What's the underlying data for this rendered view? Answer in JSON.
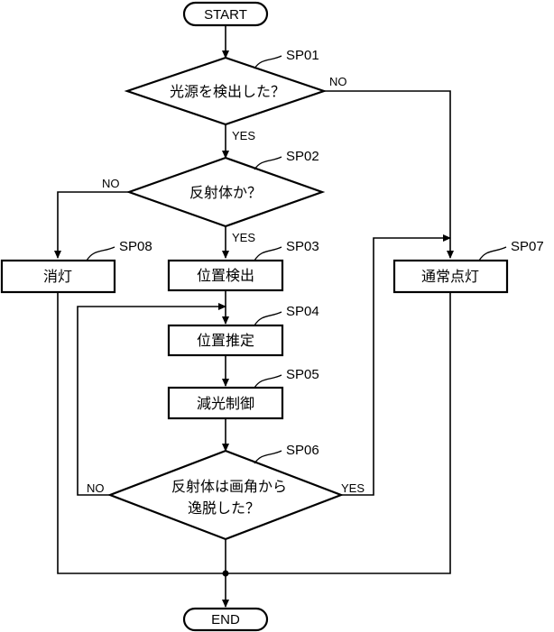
{
  "terminals": {
    "start": "START",
    "end": "END"
  },
  "steps": {
    "sp01": {
      "id": "SP01",
      "text": "光源を検出した？"
    },
    "sp02": {
      "id": "SP02",
      "text": "反射体か？"
    },
    "sp03": {
      "id": "SP03",
      "text": "位置検出"
    },
    "sp04": {
      "id": "SP04",
      "text": "位置推定"
    },
    "sp05": {
      "id": "SP05",
      "text": "減光制御"
    },
    "sp06": {
      "id": "SP06",
      "line1": "反射体は画角から",
      "line2": "逸脱した？"
    },
    "sp07": {
      "id": "SP07",
      "text": "通常点灯"
    },
    "sp08": {
      "id": "SP08",
      "text": "消灯"
    }
  },
  "branches": {
    "sp01_no": "NO",
    "sp01_yes": "YES",
    "sp02_no": "NO",
    "sp02_yes": "YES",
    "sp06_no": "NO",
    "sp06_yes": "YES"
  }
}
